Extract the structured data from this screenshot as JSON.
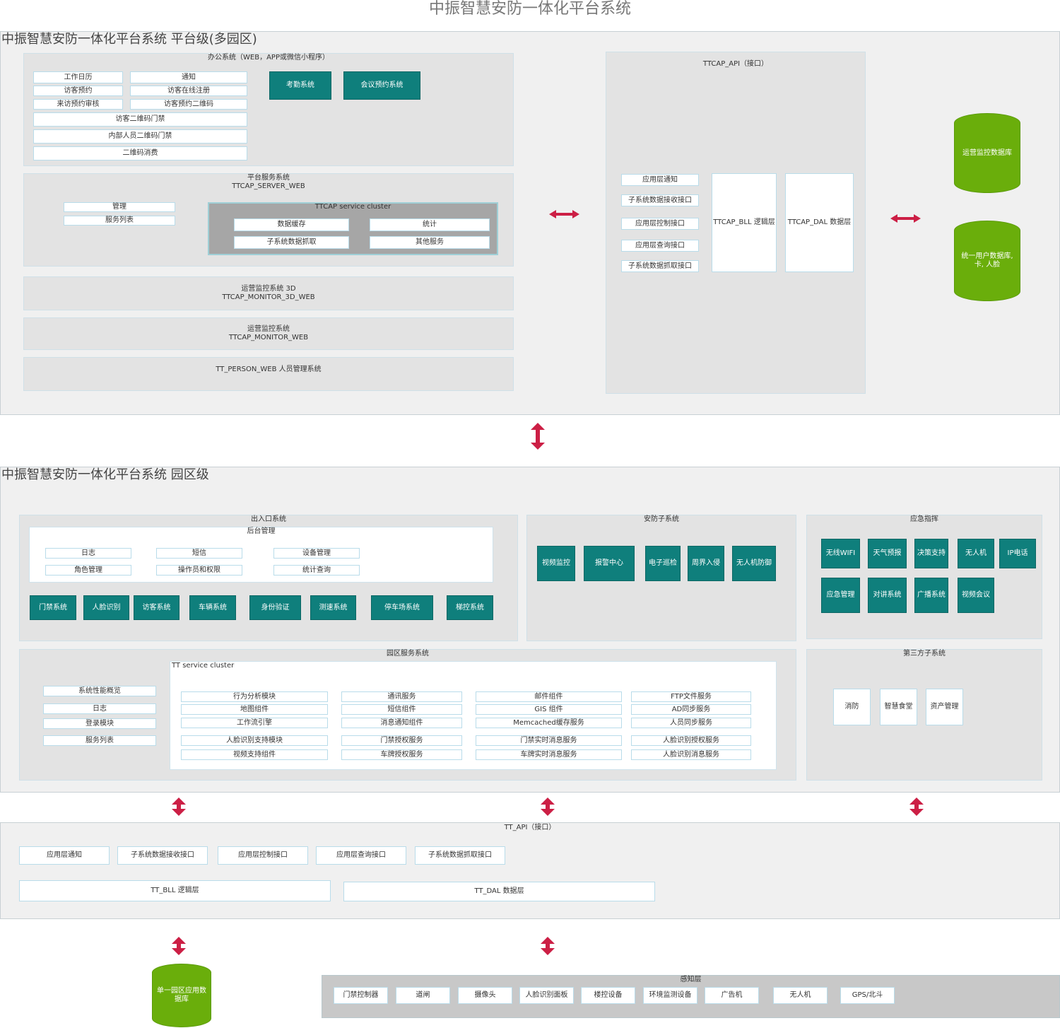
{
  "title": "中振智慧安防一体化平台系统",
  "platform": {
    "title": "中振智慧安防一体化平台系统 平台级(多园区)",
    "office": {
      "title": "办公系统（WEB，APP或微信小程序）",
      "items": [
        "工作日历",
        "通知",
        "访客预约",
        "访客在线注册",
        "来访预约审核",
        "访客预约二维码",
        "访客二维码门禁",
        "内部人员二维码门禁",
        "二维码消费"
      ],
      "apps": [
        "考勤系统",
        "会议预约系统"
      ]
    },
    "service": {
      "title": "平台服务系统\nTTCAP_SERVER_WEB",
      "items": [
        "管理",
        "服务列表"
      ],
      "cluster": {
        "title": "TTCAP service cluster",
        "items": [
          "数据缓存",
          "统计",
          "子系统数据抓取",
          "其他服务"
        ]
      }
    },
    "monitor3d": "运营监控系统  3D\nTTCAP_MONITOR_3D_WEB",
    "monitorweb": "运营监控系统\nTTCAP_MONITOR_WEB",
    "person": "TT_PERSON_WEB  人员管理系统",
    "api": {
      "title": "TTCAP_API（接口）",
      "items": [
        "应用层通知",
        "子系统数据接收接口",
        "应用层控制接口",
        "应用层查询接口",
        "子系统数据抓取接口"
      ],
      "bll": "TTCAP_BLL 逻辑层",
      "dal": "TTCAP_DAL 数据层"
    },
    "databases": [
      "运营监控数据库",
      "统一用户数据库, 卡, 人脸"
    ]
  },
  "park": {
    "title": "中振智慧安防一体化平台系统 园区级",
    "entry": {
      "title": "出入口系统",
      "backend": {
        "title": "后台管理",
        "items": [
          "日志",
          "短信",
          "设备管理",
          "角色管理",
          "操作员和权限",
          "统计查询"
        ]
      },
      "systems": [
        "门禁系统",
        "人脸识别",
        "访客系统",
        "车辆系统",
        "身份验证",
        "测速系统",
        "停车场系统",
        "梯控系统"
      ]
    },
    "security": {
      "title": "安防子系统",
      "systems": [
        "视频监控",
        "报警中心",
        "电子巡检",
        "周界入侵",
        "无人机防御"
      ]
    },
    "emergency": {
      "title": "应急指挥",
      "systems": [
        "无线WIFI",
        "天气预报",
        "决策支持",
        "无人机",
        "IP电话",
        "应急管理",
        "对讲系统",
        "广播系统",
        "视频会议"
      ]
    },
    "service": {
      "title": "园区服务系统",
      "items": [
        "系统性能概览",
        "日志",
        "登录模块",
        "服务列表"
      ],
      "cluster": {
        "title": "TT service cluster",
        "items": [
          "行为分析模块",
          "通讯服务",
          "邮件组件",
          "FTP文件服务",
          "地图组件",
          "短信组件",
          "GIS 组件",
          "AD同步服务",
          "工作流引擎",
          "消息通知组件",
          "Memcached缓存服务",
          "人员同步服务",
          "人脸识别支持模块",
          "门禁授权服务",
          "门禁实时消息服务",
          "人脸识别授权服务",
          "视频支持组件",
          "车牌授权服务",
          "车牌实时消息服务",
          "人脸识别消息服务"
        ]
      }
    },
    "third": {
      "title": "第三方子系统",
      "items": [
        "消防",
        "智慧食堂",
        "资产管理"
      ]
    }
  },
  "ttapi": {
    "title": "TT_API（接口）",
    "items": [
      "应用层通知",
      "子系统数据接收接口",
      "应用层控制接口",
      "应用层查询接口",
      "子系统数据抓取接口"
    ],
    "bll": "TT_BLL 逻辑层",
    "dal": "TT_DAL 数据层"
  },
  "park_db": "单一园区应用数据库",
  "perception": {
    "title": "感知层",
    "items": [
      "门禁控制器",
      "道闸",
      "摄像头",
      "人脸识别面板",
      "楼控设备",
      "环境监测设备",
      "广告机",
      "无人机",
      "GPS/北斗"
    ]
  },
  "colors": {
    "teal": "#0f7f7c",
    "green": "#6aae0b",
    "arrow": "#cc1f45"
  }
}
